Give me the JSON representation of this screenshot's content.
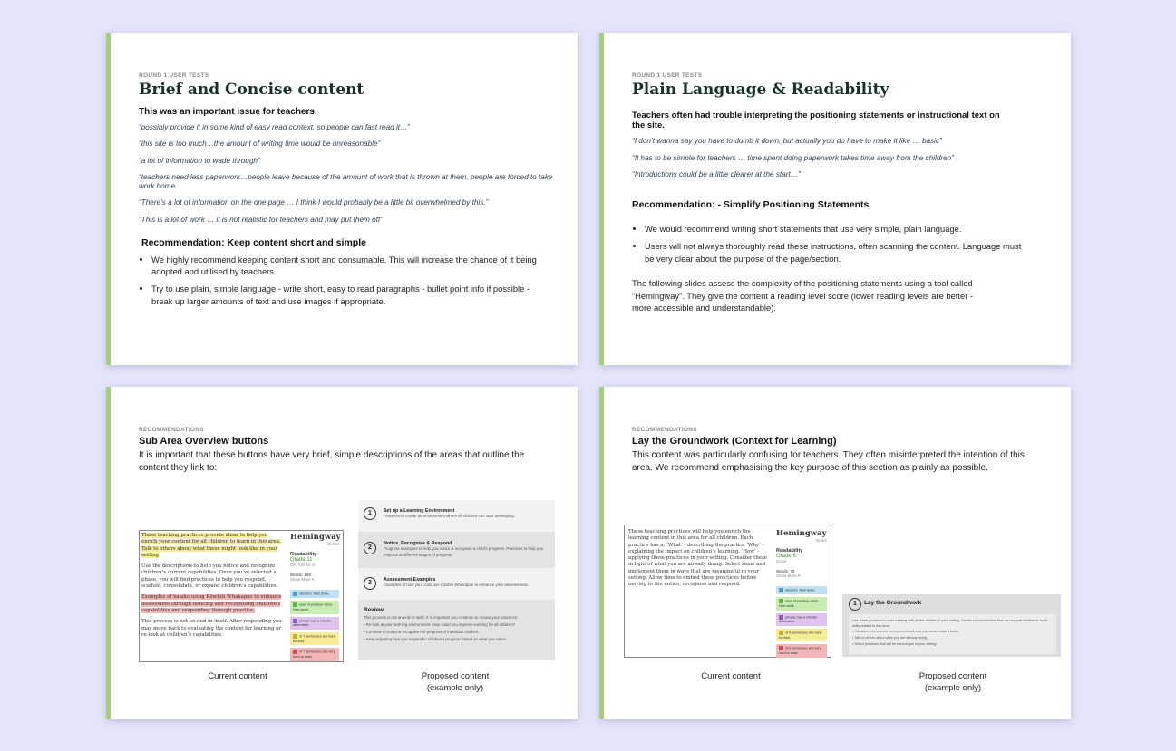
{
  "slides": [
    {
      "eyebrow": "ROUND 1 USER TESTS",
      "title": "Brief and Concise content",
      "subhead": "This was an important issue for teachers.",
      "quotes": [
        "“possibly provide it in some kind of easy read context, so people can fast read it…”",
        "“this site is too much…the amount of writing time would be unreasonable”",
        "“a lot of information to wade through”",
        "“teachers need less paperwork…people leave because of the amount of work that is thrown at them, people are forced to take work home.",
        "“There’s a lot of information on the one page … I think I would probably be a little bit overwhelmed by this.”",
        "“This is a lot of work … it is not realistic for teachers and may put them off”"
      ],
      "recommendation": "Recommendation: Keep content short and simple",
      "bullets": [
        "We highly recommend keeping content short and consumable. This will increase the chance of it being adopted and utilised by teachers.",
        "Try to use plain, simple language - write short, easy to read paragraphs - bullet point info if possible - break up larger amounts of text and use images if appropriate."
      ]
    },
    {
      "eyebrow": "ROUND 1 USER TESTS",
      "title": "Plain Language & Readability",
      "subhead": "Teachers often had trouble interpreting the positioning statements or instructional text on the site.",
      "quotes": [
        "“I don’t wanna say you have to dumb it down, but actually you do have to make it like … basic”",
        "“It has to be simple for teachers … time spent doing paperwork takes time away from the children”",
        "“Introductions could be a little clearer at the start…”"
      ],
      "recommendation": "Recommendation: - Simplify Positioning Statements",
      "bullets": [
        "We would recommend writing short statements that use very simple, plain language.",
        "Users will not always thoroughly read these instructions, often scanning the content. Language must be very clear about the purpose of the page/section."
      ],
      "paragraph": "The following slides assess the complexity of the positioning statements using a tool called “Hemingway”. They give the content a reading level score (lower reading levels are better - more accessible and understandable)."
    },
    {
      "eyebrow": "RECOMMENDATIONS",
      "title": "Sub Area Overview buttons",
      "description": "It is important that these buttons have very brief, simple descriptions of the areas that outline the content they link to:",
      "caption_current": "Current content",
      "caption_proposed_1": "Proposed content",
      "caption_proposed_2": "(example only)",
      "hemingway": {
        "logo": "Hemingway",
        "logo_sub": "Editor",
        "readability": "Readability",
        "grade": "Grade 11",
        "grade_note": "OK. Aim for 9.",
        "words": "Words: 109",
        "show_more": "Show More ▾",
        "tags": [
          "adverbs. Well done.",
          "uses of passive voice. Nice work.",
          "phrase has a simpler alternative.",
          "of 7 sentences are hard to read.",
          "of 7 sentences are very hard to read."
        ],
        "paragraphs": [
          "These teaching practices provide ideas to help you enrich your content for all children to learn in this area. Talk to others about what these might look like in your setting",
          "Use the descriptions to help you notice and recognize children’s current capabilities. Once you’ve selected a phase, you will find practices to help you respond, scaffold, consolidate, or expand children’s capabilities.",
          "Examples of kaiako using Kōwhiti Whakapae to enhance assessment through noticing and recognising children’s capabilities and responding through practice.",
          "This process is not an end-in-itself. After responding you may move back to evaluating the context for learning or re-look at children’s capabilities."
        ]
      },
      "proposed": {
        "items": [
          {
            "num": "1",
            "title": "Set up a Learning Environment",
            "desc": "Practices to create an environment where all children can start developing."
          },
          {
            "num": "2",
            "title": "Notice, Recognise & Respond",
            "desc": "Progress examples to help you notice & recognise a child’s progress. Practices to help you respond at different stages of progress."
          },
          {
            "num": "3",
            "title": "Assessment Examples",
            "desc": "Examples of how you could use Kōwhiti Whakapae to enhance your assessments."
          }
        ],
        "review_title": "Review",
        "review_desc": "This process is not an end-in-itself. It is important you continue to review your practices:",
        "review_bullets": [
          "Re-look at your learning environment. How could you improve learning for all children?",
          "Continue to notice & recognise the progress of individual children.",
          "Keep adjusting how you respond to children’s progress based on what you notice."
        ]
      }
    },
    {
      "eyebrow": "RECOMMENDATIONS",
      "title": "Lay the Groundwork (Context for Learning)",
      "description": "This content was particularly confusing for teachers. They often misinterpreted the intention of this area. We recommend emphasising the key purpose of this section as plainly as possible.",
      "caption_current": "Current content",
      "caption_proposed_1": "Proposed content",
      "caption_proposed_2": "(example only)",
      "hemingway": {
        "logo": "Hemingway",
        "logo_sub": "Editor",
        "readability": "Readability",
        "grade": "Grade 6",
        "grade_note": "Good",
        "words": "Words: 79",
        "show_more": "Show More ▾",
        "tags": [
          "adverbs. Well done.",
          "uses of passive voice. Nice work.",
          "phrase has a simpler alternative.",
          "of 6 sentences are hard to read.",
          "of 6 sentences are very hard to read."
        ],
        "paragraphs": [
          "These teaching practices will help you enrich the learning content in this area for all children. Each practice has a: ‘What’ - describing the practice ‘Why’ - explaining the impact on children’s learning. ‘How’ - applying these practices in your setting. Consider these in light of what you are already doing. Select some and implement them in ways that are meaningful in your setting. Allow time to embed these practices before moving to the notice, recognise and respond."
        ]
      },
      "proposed": {
        "num": "1",
        "title": "Lay the Groundwork",
        "desc": "Use these practices to start working with all the children in your setting. Create an environment that can support children to build skills related to this area.",
        "bullets": [
          "Consider your current environment and how you could make it better.",
          "Talk to others about what you are already doing.",
          "Select practices that will be meaningful in your setting."
        ]
      }
    }
  ]
}
